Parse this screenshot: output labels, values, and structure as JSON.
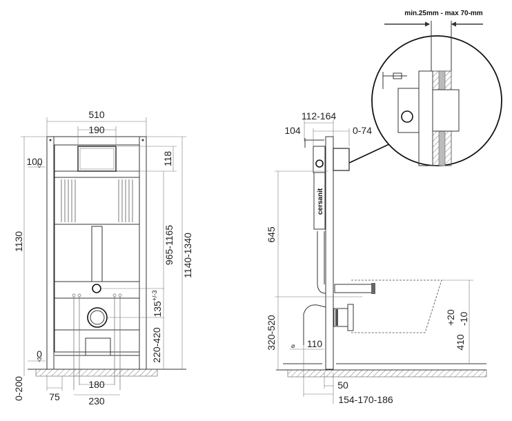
{
  "front_view": {
    "dims": {
      "width_total": "510",
      "plate_width": "190",
      "plate_height": "118",
      "height_frame": "1130",
      "level_top": "100",
      "level_zero": "0",
      "flush_height": "965-1165",
      "total_height": "1140-1340",
      "outlet_spacing": "135",
      "outlet_tol": "+/-3",
      "drain_height": "220-420",
      "leg_adjust": "0-200",
      "leg_width": "75",
      "bolt_spacing_inner": "180",
      "bolt_spacing_outer": "230"
    }
  },
  "side_view": {
    "brand": "cersanit",
    "dims": {
      "depth_range": "112-164",
      "depth_min": "104",
      "front_offset": "0-74",
      "cistern_height": "645",
      "drain_height": "320-520",
      "pipe_dia": "110",
      "pipe_symbol": "⌀",
      "bowl_height": "410",
      "bowl_tol_plus": "+20",
      "bowl_tol_minus": "-10",
      "frame_depth": "50",
      "total_depth": "154-170-186"
    }
  },
  "detail": {
    "wall_thickness": "min.25mm - max 70-mm"
  }
}
